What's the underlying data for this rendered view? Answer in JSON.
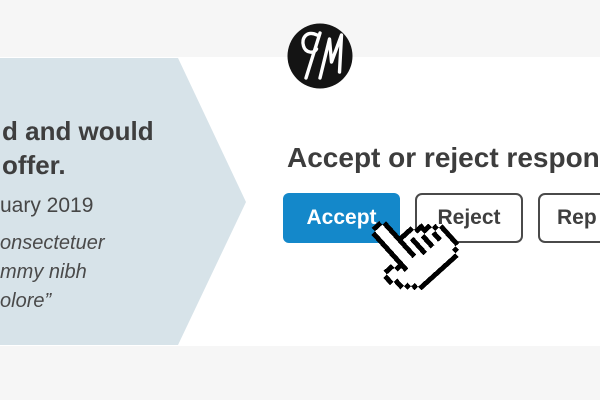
{
  "page": {
    "background": "#ffffff",
    "strip_color": "#f6f6f6"
  },
  "logo": {
    "monogram": "GM",
    "bg_color": "#141414",
    "fg_color": "#ffffff"
  },
  "left_panel": {
    "bg_color": "#d7e3e9",
    "headline_line1": "d and would",
    "headline_line2": "offer.",
    "date_fragment": "uary 2019",
    "quote_line1": "onsectetuer",
    "quote_line2": "mmy nibh",
    "quote_line3": "olore”",
    "headline_color": "#3e3e3e",
    "quote_color": "#4a4a4a"
  },
  "main": {
    "heading": "Accept or reject respon",
    "heading_color": "#3d3d3d",
    "buttons": {
      "accept": {
        "label": "Accept",
        "style": "primary",
        "bg": "#1488ca",
        "text_color": "#ffffff"
      },
      "reject": {
        "label": "Reject",
        "style": "outline",
        "border_color": "#4a4a4a"
      },
      "rep": {
        "label": "Rep",
        "style": "outline",
        "border_color": "#4a4a4a"
      }
    }
  },
  "cursor": {
    "icon": "pixel-hand-pointer-icon",
    "pixels": [
      ".....##.........",
      "....#..#........",
      "....#..#........",
      "....#..#........",
      "....#..#........",
      "....#..####.....",
      "....#..#...##...",
      "....#..#.#..##..",
      ".##.#..#.#.#..#.",
      "#..##..#.#.#.#.#",
      "#...#....#.#.#.#",
      ".#.............#",
      ".#.............#",
      "..#............#",
      "...#..........#.",
      "....##########.."
    ]
  }
}
